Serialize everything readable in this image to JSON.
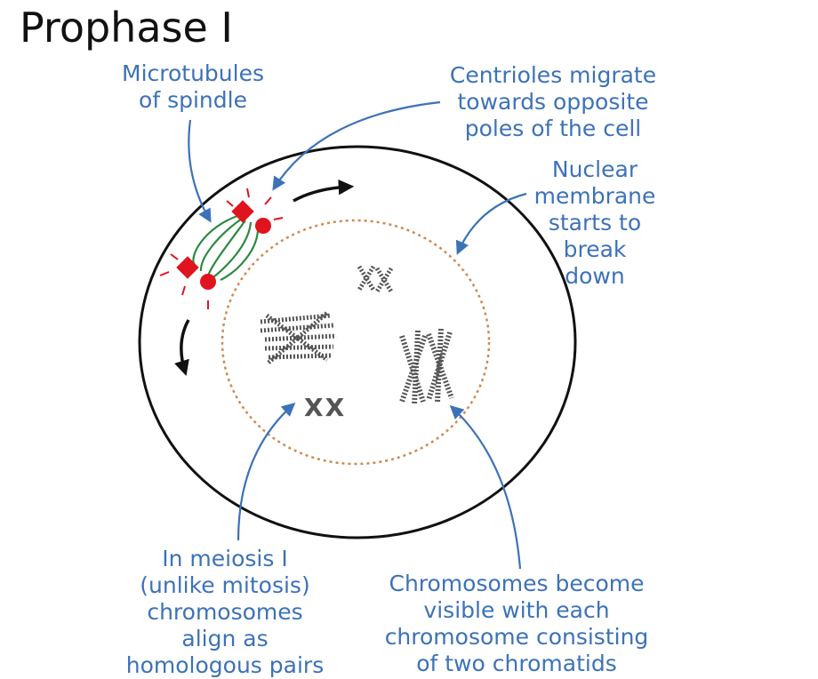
{
  "title": "Prophase I",
  "labels": {
    "microtubules": "Microtubules\nof spindle",
    "centrioles": "Centrioles migrate\ntowards opposite\npoles of the cell",
    "nuclear": "Nuclear\nmembrane\nstarts to\nbreak\ndown",
    "meiosis": "In meiosis I\n(unlike mitosis)\nchromosomes\nalign as\nhomologous pairs",
    "chromosomes": "Chromosomes become\nvisible with each\nchromosome consisting\nof two chromatids"
  },
  "chromosome_marks": {
    "small_pair": "XX"
  },
  "colors": {
    "label": "#3d72b8",
    "outline": "#111111",
    "centriole": "#e0141e",
    "spindle": "#2b8a3e",
    "nucleus_dash": "#d08a50"
  }
}
